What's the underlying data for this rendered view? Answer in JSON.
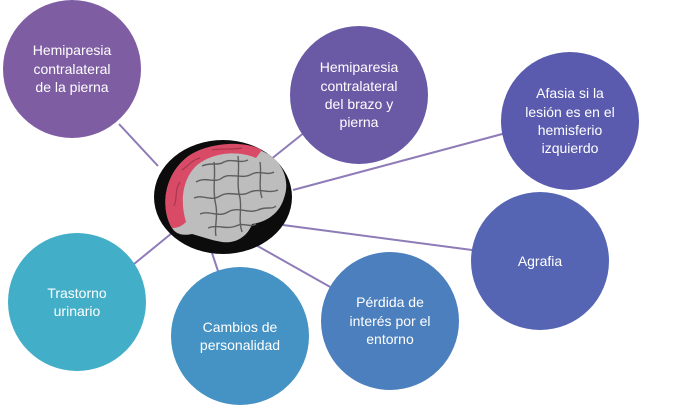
{
  "nodes": [
    {
      "id": "n1",
      "lines": [
        "Hemiparesia",
        "contralateral",
        "de la pierna"
      ]
    },
    {
      "id": "n2",
      "lines": [
        "Hemiparesia",
        "contralateral",
        "del brazo y",
        "pierna"
      ]
    },
    {
      "id": "n3",
      "lines": [
        "Afasia si la",
        "lesión es en el",
        "hemisferio",
        "izquierdo"
      ]
    },
    {
      "id": "n4",
      "lines": [
        "Agrafia"
      ]
    },
    {
      "id": "n5",
      "lines": [
        "Pérdida de",
        "interés por el",
        "entorno"
      ]
    },
    {
      "id": "n6",
      "lines": [
        "Cambios de",
        "personalidad"
      ]
    },
    {
      "id": "n7",
      "lines": [
        "Trastorno",
        "urinario"
      ]
    }
  ],
  "center": {
    "image": "brain-frontal-lobe-highlighted"
  }
}
